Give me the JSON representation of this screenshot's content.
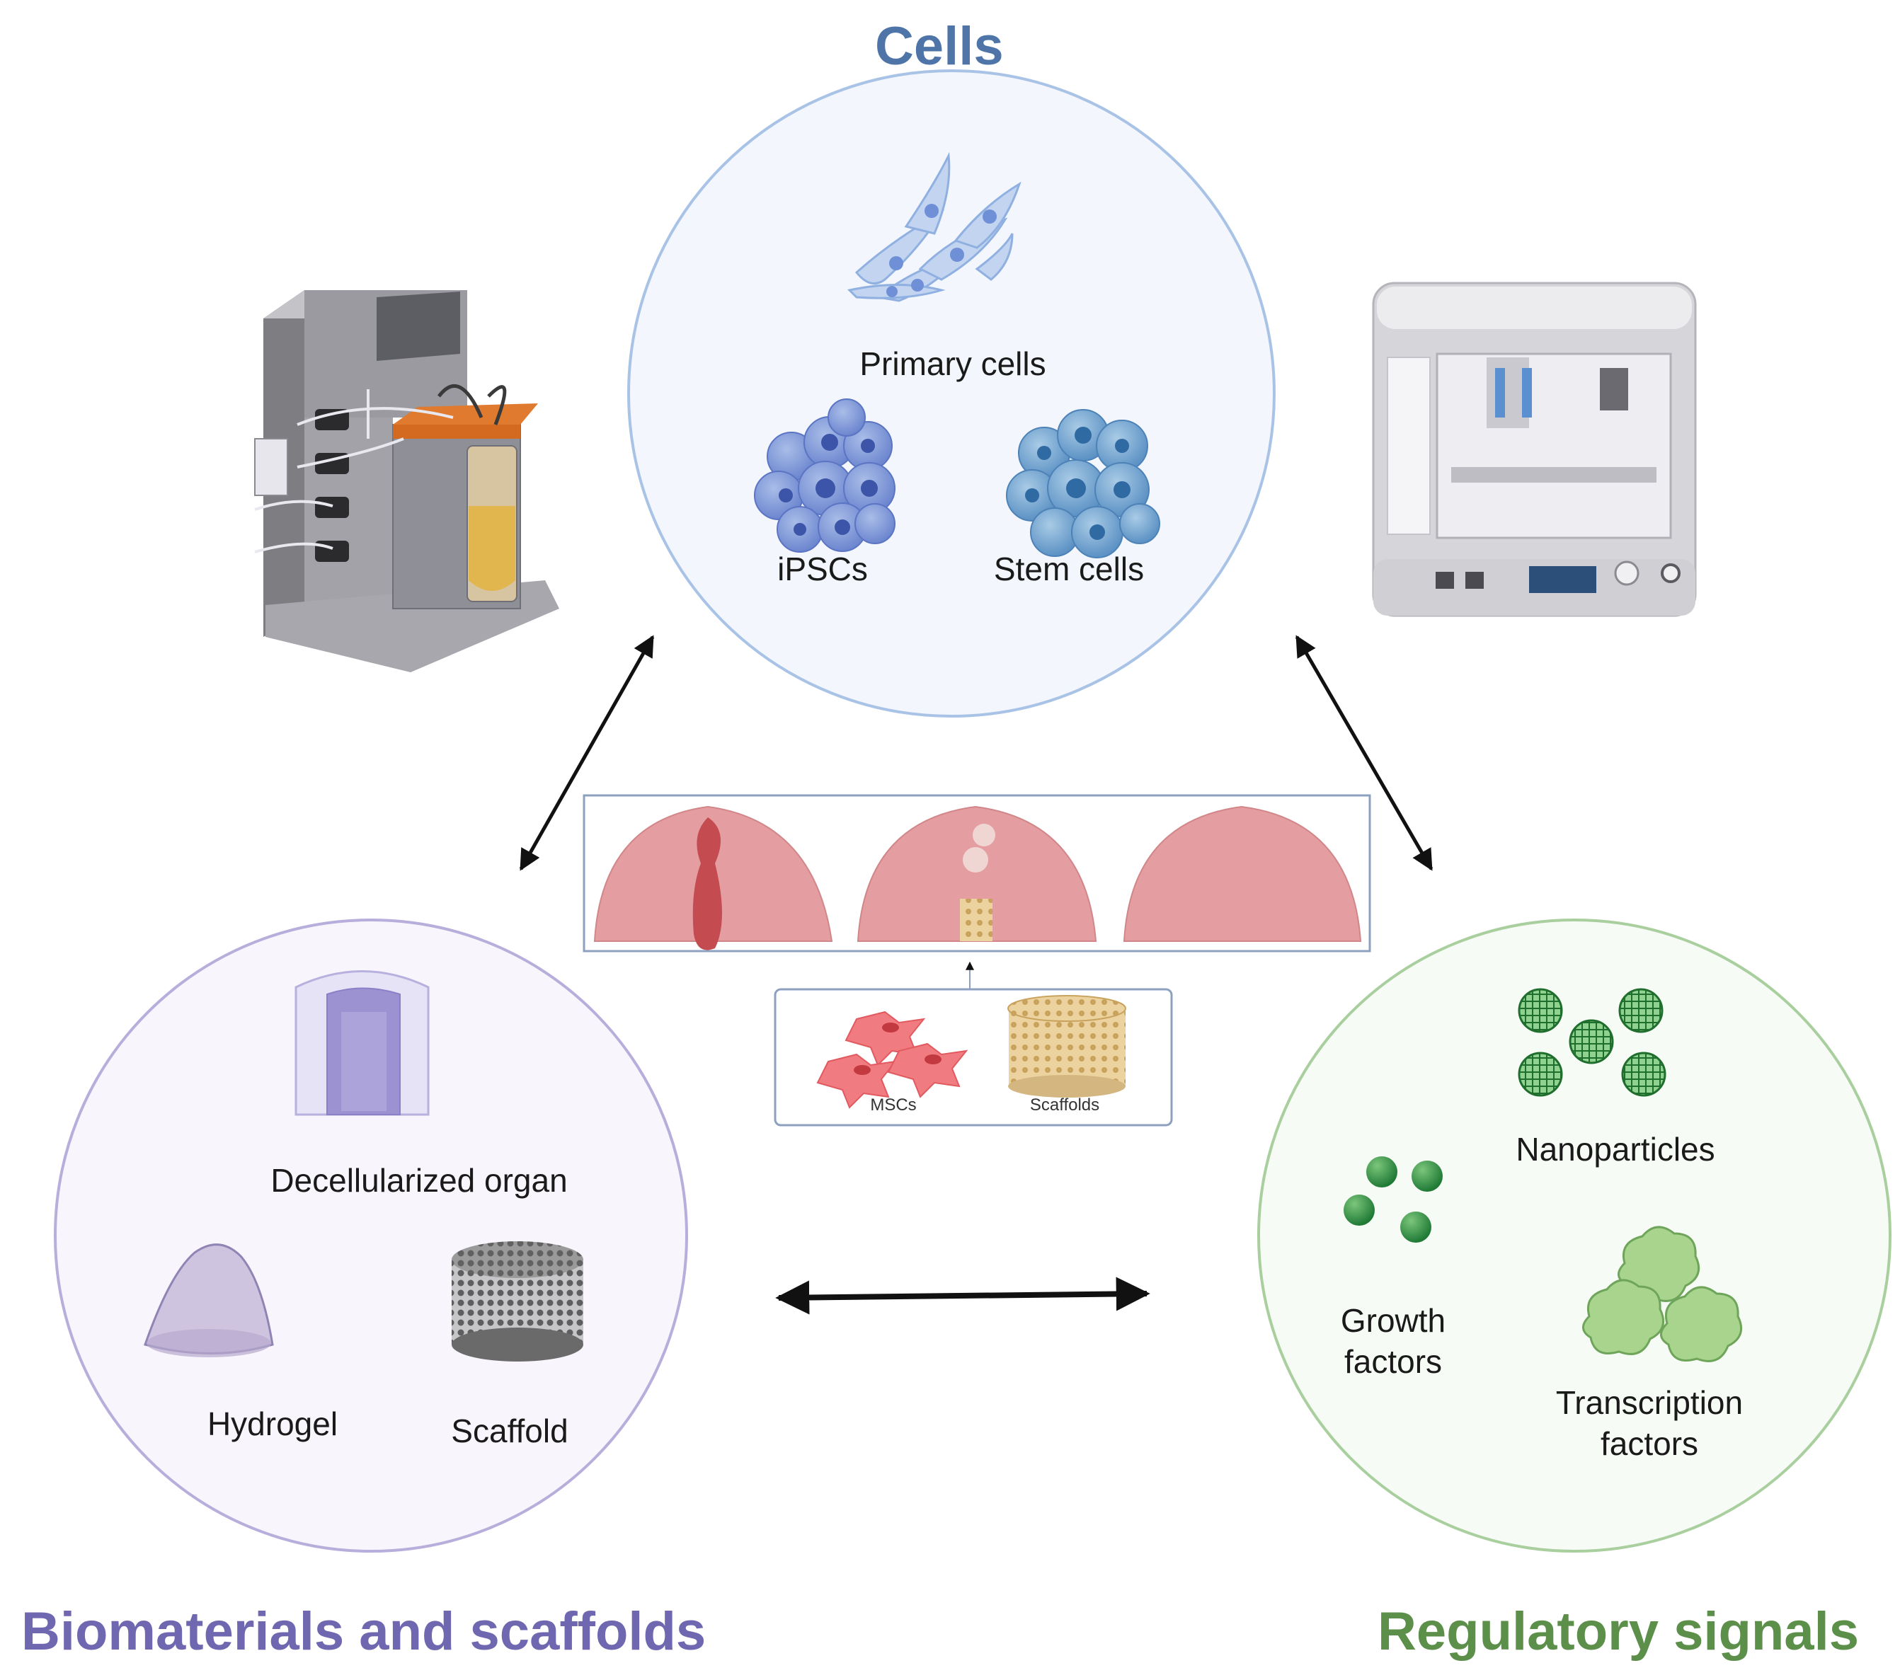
{
  "titles": {
    "cells": "Cells",
    "biomaterials": "Biomaterials and scaffolds",
    "regulatory": "Regulatory signals"
  },
  "cells": {
    "primary": "Primary cells",
    "ipscs": "iPSCs",
    "stem": "Stem cells"
  },
  "biomaterials": {
    "decell": "Decellularized organ",
    "hydrogel": "Hydrogel",
    "scaffold": "Scaffold"
  },
  "regulatory": {
    "nanoparticles": "Nanoparticles",
    "growth_line1": "Growth",
    "growth_line2": "factors",
    "tf_line1": "Transcription",
    "tf_line2": "factors"
  },
  "center": {
    "mscs": "MSCs",
    "scaffolds": "Scaffolds"
  },
  "colors": {
    "cells": "#4f75a8",
    "biomaterials": "#6f67b0",
    "regulatory": "#5c8f4a"
  }
}
